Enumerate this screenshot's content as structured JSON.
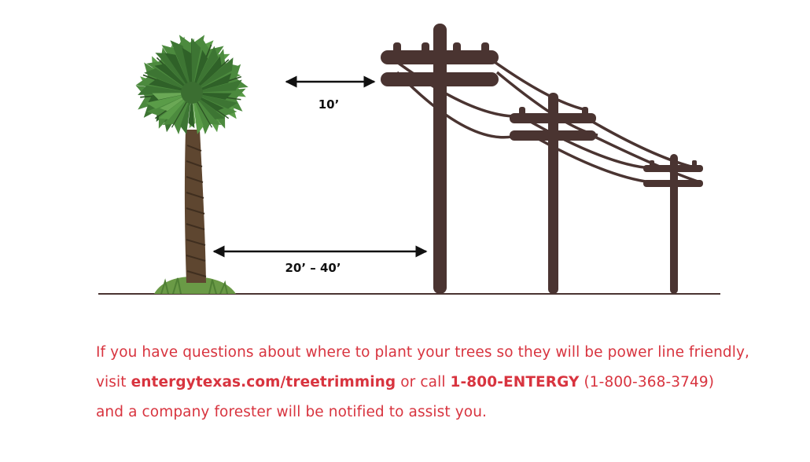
{
  "diagram": {
    "clearance_top_label": "10’",
    "clearance_bottom_label": "20’ – 40’"
  },
  "message": {
    "line1": "If you have questions about where to plant your trees so they will be power line friendly,",
    "line2_prefix": "visit ",
    "website": "entergytexas.com/treetrimming",
    "line2_middle": " or call ",
    "phone_name": "1-800-ENTERGY",
    "phone_number": " (1-800-368-3749)",
    "line3": "and a company forester will be notified to assist you."
  },
  "colors": {
    "text_accent": "#d8343f",
    "pole_brown": "#4a3431",
    "palm_green": "#4c8a3e",
    "trunk_brown": "#5e4630"
  }
}
